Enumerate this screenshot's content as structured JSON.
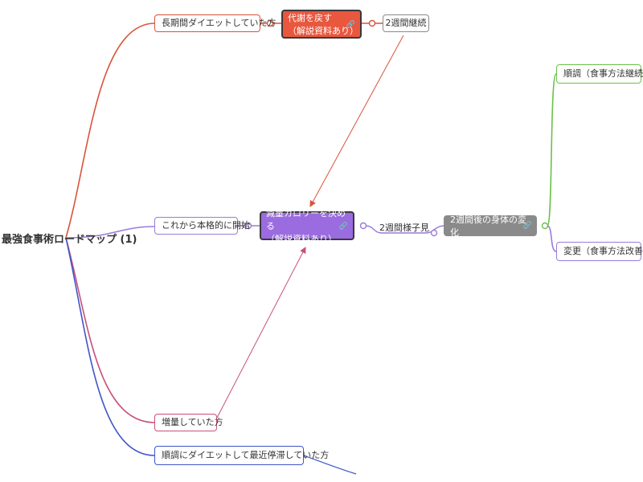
{
  "root": {
    "label": "最強食事術ロードマップ (1)"
  },
  "center": {
    "line1": "減量カロリーを決める",
    "line2": "（解説資料あり）"
  },
  "branches": {
    "long_diet": "長期間ダイエットしていた方",
    "start": "これから本格的に開始",
    "gained": "増量していた方",
    "stalled": "順調にダイエットして最近停滞していた方"
  },
  "restore": {
    "line1": "代謝を戻す",
    "line2": "（解説資料あり）"
  },
  "continue_2w": "2週間継続",
  "watch_2w": "2週間様子見",
  "change_after": "2週間後の身体の変化",
  "good": "順調（食事方法継続）",
  "change": "変更（食事方法改善）",
  "icons": {
    "link": "link-icon"
  },
  "colors": {
    "red": "#d9533a",
    "purple": "#9b6be0",
    "pink": "#c8507a",
    "blue": "#3f55c8",
    "green": "#6cc04a",
    "gray": "#8a8a8a"
  }
}
